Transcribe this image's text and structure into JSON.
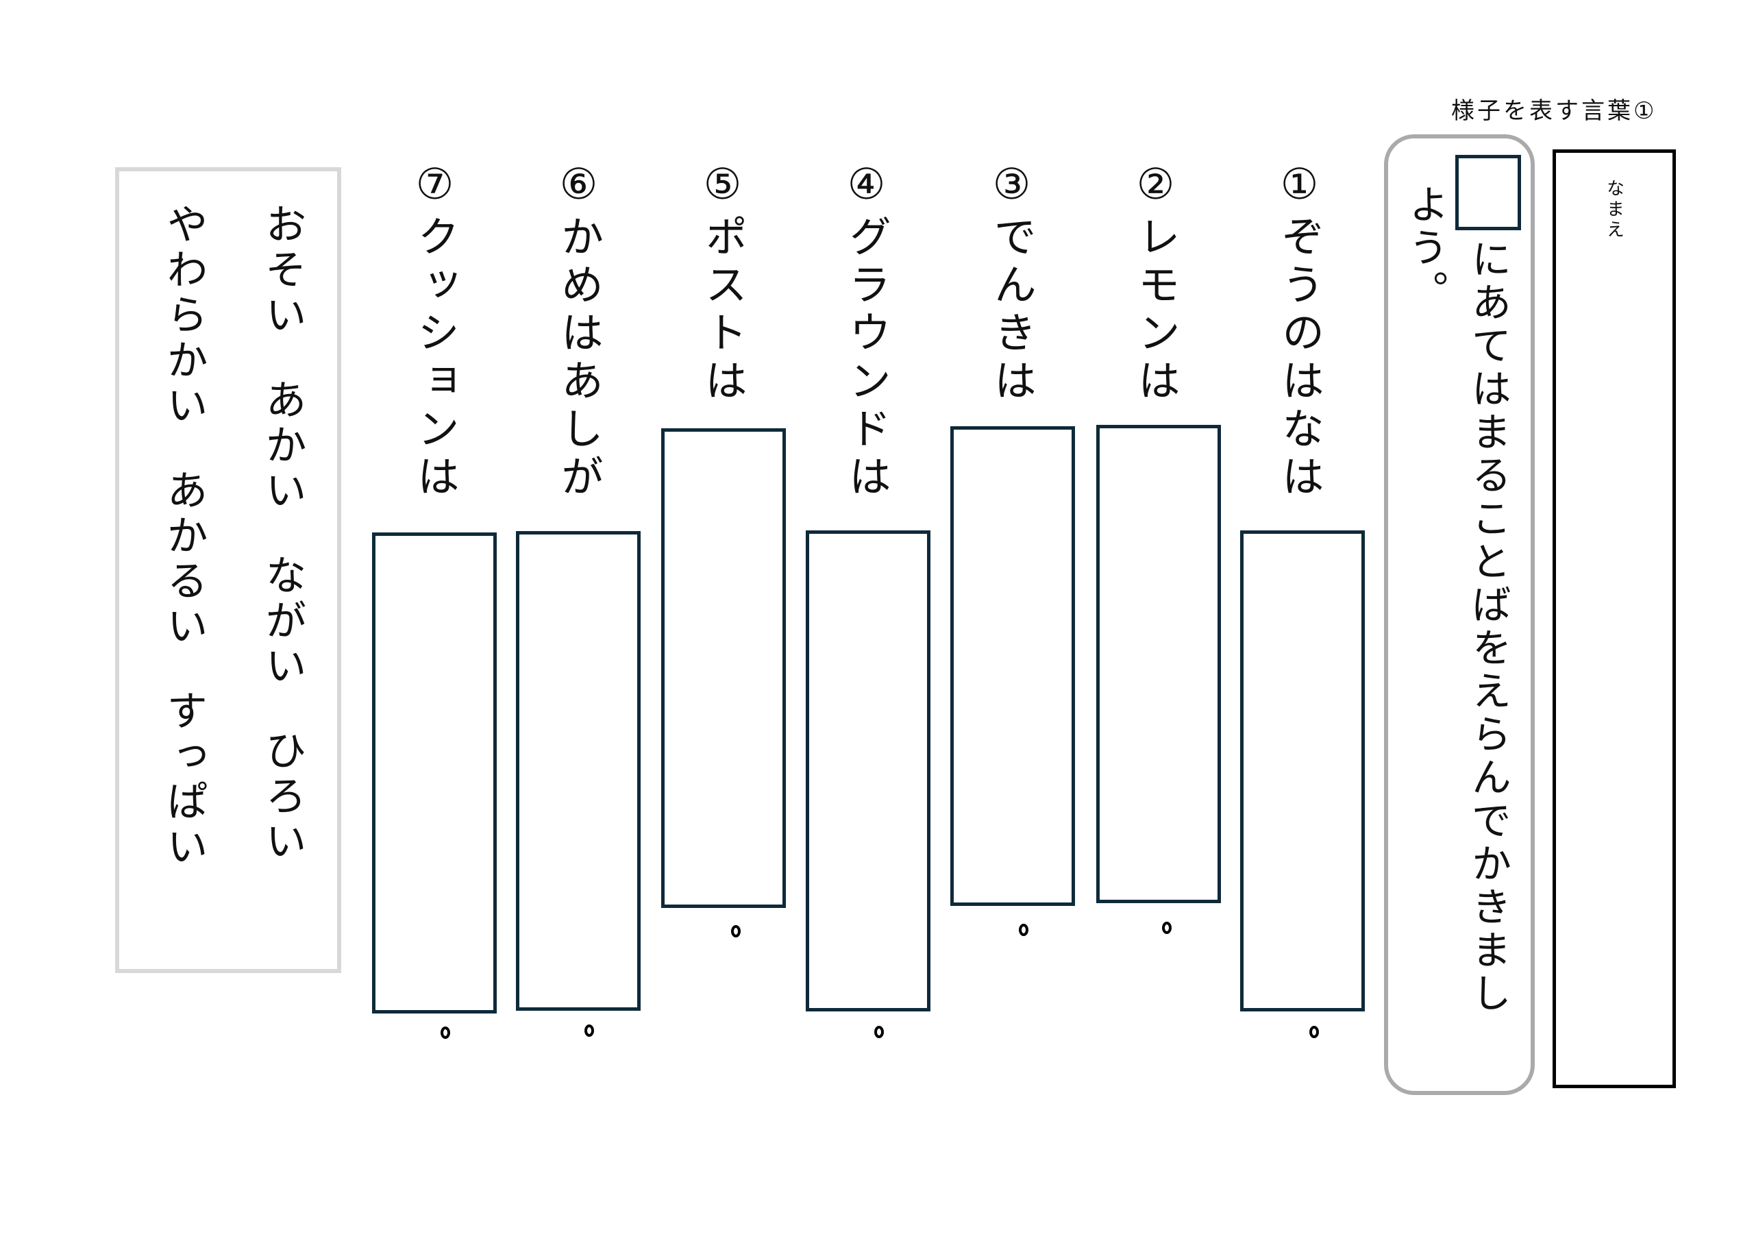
{
  "header": {
    "title": "様子を表す言葉①"
  },
  "name_field": {
    "label": "なまえ",
    "value": ""
  },
  "instruction": {
    "blank_symbol": "□",
    "line1": "にあてはまることばをえらんでかきまし",
    "line2": "よう。"
  },
  "questions": [
    {
      "number": "①",
      "prompt": "ぞうのはなは",
      "answer": "",
      "end_mark": "。"
    },
    {
      "number": "②",
      "prompt": "レモンは",
      "answer": "",
      "end_mark": "。"
    },
    {
      "number": "③",
      "prompt": "でんきは",
      "answer": "",
      "end_mark": "。"
    },
    {
      "number": "④",
      "prompt": "グラウンドは",
      "answer": "",
      "end_mark": "。"
    },
    {
      "number": "⑤",
      "prompt": "ポストは",
      "answer": "",
      "end_mark": "。"
    },
    {
      "number": "⑥",
      "prompt": "かめはあしが",
      "answer": "",
      "end_mark": "。"
    },
    {
      "number": "⑦",
      "prompt": "クッションは",
      "answer": "",
      "end_mark": "。"
    }
  ],
  "word_bank": {
    "column1": [
      "おそい",
      "あかい",
      "ながい",
      "ひろい"
    ],
    "column2": [
      "やわらかい",
      "あかるい",
      "すっぱい"
    ]
  },
  "colors": {
    "box_border": "#0e2a3a",
    "frame_gray": "#aaaaaa",
    "word_bank_border": "#d8d8d8",
    "name_border": "#000000"
  }
}
